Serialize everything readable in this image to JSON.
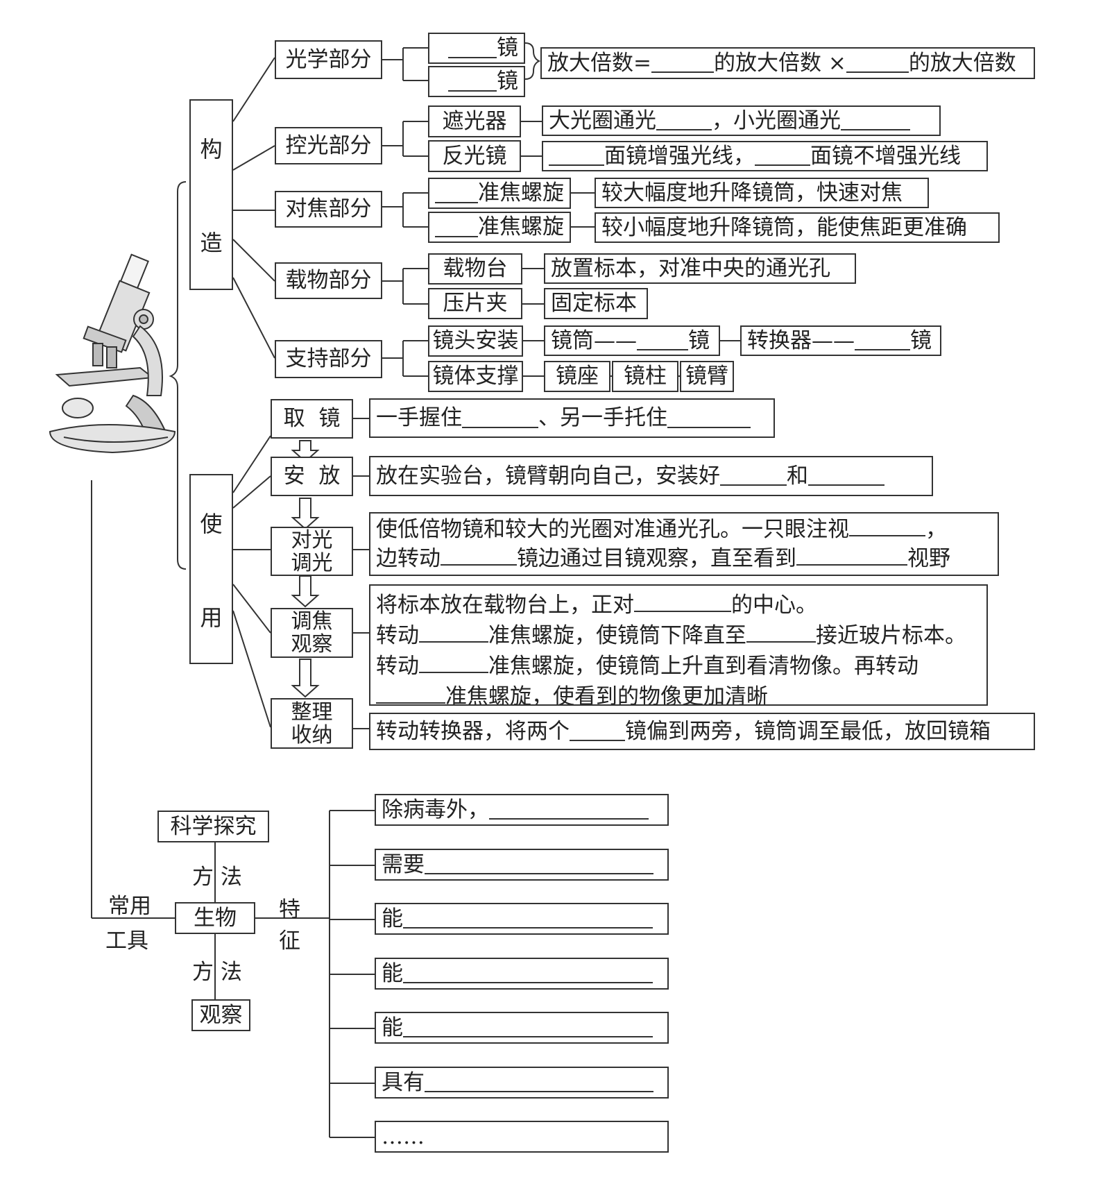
{
  "structure": {
    "title_chars": [
      "构",
      "造"
    ],
    "optical": {
      "label": "光学部分",
      "lens1": "镜",
      "lens2": "镜",
      "formula_a": "放大倍数=",
      "formula_b": "的放大倍数 ×",
      "formula_c": "的放大倍数"
    },
    "light": {
      "label": "控光部分",
      "diaphragm": "遮光器",
      "diaphragm_a": "大光圈通光",
      "diaphragm_b": "，小光圈通光",
      "mirror": "反光镜",
      "mirror_a": "面镜增强光线，",
      "mirror_b": "面镜不增强光线"
    },
    "focus": {
      "label": "对焦部分",
      "coarse": "准焦螺旋",
      "coarse_desc": "较大幅度地升降镜筒，快速对焦",
      "fine": "准焦螺旋",
      "fine_desc": "较小幅度地升降镜筒，能使焦距更准确"
    },
    "stage": {
      "label": "载物部分",
      "table": "载物台",
      "table_desc": "放置标本，对准中央的通光孔",
      "clip": "压片夹",
      "clip_desc": "固定标本"
    },
    "support": {
      "label": "支持部分",
      "install": "镜头安装",
      "tube_a": "镜筒——",
      "tube_b": "镜",
      "nose_a": "转换器——",
      "nose_b": "镜",
      "body": "镜体支撑",
      "base": "镜座",
      "pillar": "镜柱",
      "arm": "镜臂"
    }
  },
  "usage": {
    "title_chars": [
      "使",
      "用"
    ],
    "take": {
      "label": "取  镜",
      "desc_a": "一手握住",
      "desc_b": "、另一手托住"
    },
    "place": {
      "label": "安  放",
      "desc_a": "放在实验台，镜臂朝向自己，安装好",
      "desc_b": "和"
    },
    "light": {
      "label_1": "对光",
      "label_2": "调光",
      "line1_a": "使低倍物镜和较大的光圈对准通光孔。一只眼注视",
      "line1_b": "，",
      "line2_a": "边转动",
      "line2_b": "镜边通过目镜观察，直至看到",
      "line2_c": "视野"
    },
    "focus": {
      "label_1": "调焦",
      "label_2": "观察",
      "l1_a": "将标本放在载物台上，正对",
      "l1_b": "的中心。",
      "l2_a": "转动",
      "l2_b": "准焦螺旋，使镜筒下降直至",
      "l2_c": "接近玻片标本。",
      "l3_a": "转动",
      "l3_b": "准焦螺旋，使镜筒上升直到看清物像。再转动",
      "l4_b": "准焦螺旋，使看到的物像更加清晰"
    },
    "tidy": {
      "label_1": "整理",
      "label_2": "收纳",
      "desc_a": "转动转换器，将两个",
      "desc_b": "镜偏到两旁，镜筒调至最低，放回镜箱"
    }
  },
  "biology": {
    "center": "生物",
    "inquiry": "科学探究",
    "observe": "观察",
    "method_top": "方 法",
    "method_bottom": "方 法",
    "tool_1": "常用",
    "tool_2": "工具",
    "feature_1": "特",
    "feature_2": "征",
    "features": [
      "除病毒外，",
      "需要",
      "能",
      "能",
      "能",
      "具有",
      "……"
    ]
  }
}
